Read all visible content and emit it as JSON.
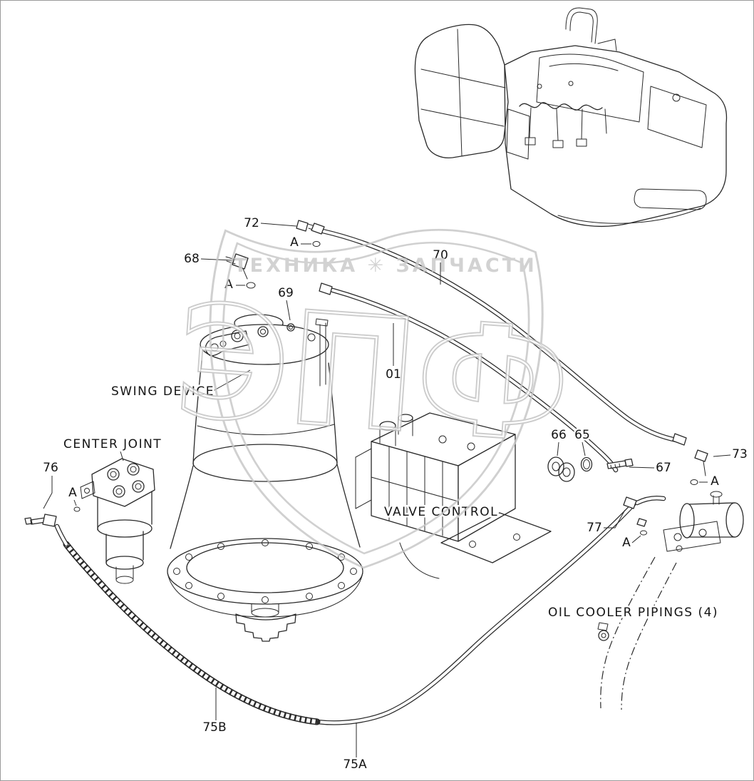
{
  "watermark": {
    "banner": "ТЕХНИКА ✳ ЗАПЧАСТИ",
    "logo": "ЭПФ"
  },
  "labels": {
    "swing_device": "SWING DEVICE",
    "center_joint": "CENTER JOINT",
    "valve_control": "VALVE CONTROL",
    "oil_cooler_pipings": "OIL COOLER PIPINGS (4)"
  },
  "callouts": {
    "c01": "01",
    "c65": "65",
    "c66": "66",
    "c67": "67",
    "c68": "68",
    "c69": "69",
    "c70": "70",
    "c72": "72",
    "c73": "73",
    "c75a": "75A",
    "c75b": "75B",
    "c76": "76",
    "c77": "77",
    "ref_a": "A"
  },
  "colors": {
    "line": "#2a2a2a",
    "watermark": "#c6c6c6",
    "background": "#ffffff"
  }
}
